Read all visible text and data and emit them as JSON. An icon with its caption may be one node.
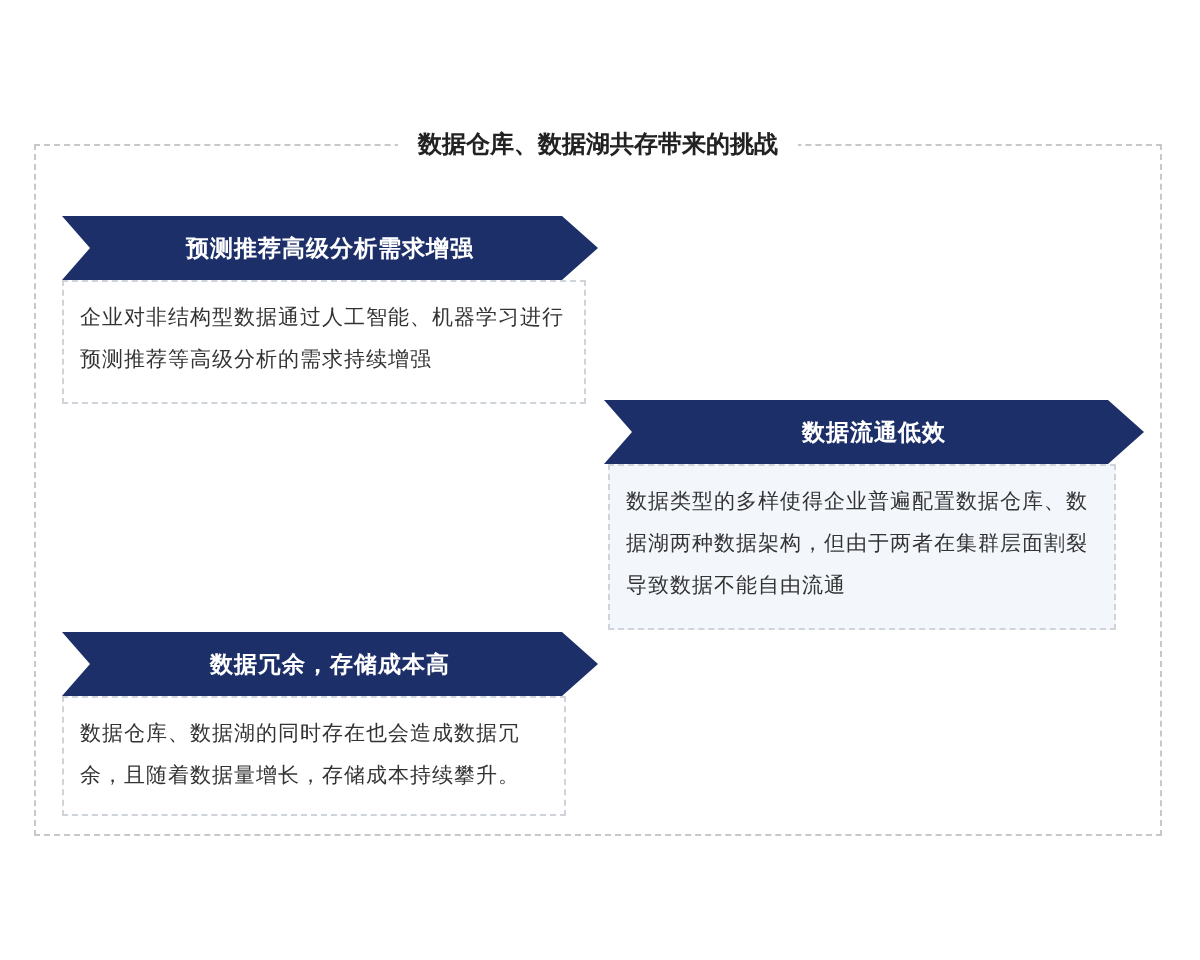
{
  "diagram": {
    "nodes": [
      {
        "text": [
          "数据仓库、数据湖共存带来的挑战"
        ]
      },
      {
        "text": [
          "预测推荐高级分析需求增强"
        ],
        "in": 0
      },
      {
        "text": [
          "企业对非结构型数据通过人工智能、机器学习进行预测推荐等高级分析的需求持续增强"
        ],
        "in": 0
      },
      {
        "text": [
          "数据流通低效"
        ],
        "in": 0
      },
      {
        "text": [
          "数据类型的多样使得企业普遍配置数据仓库、数据湖两种数据架构，但由于两者在集群层面割裂导致数据不能自由流通"
        ],
        "in": 0
      },
      {
        "text": [
          "数据冗余，存储成本高"
        ],
        "in": 0
      },
      {
        "text": [
          "数据仓库、数据湖的同时存在也会造成数据冗余，且随着数据量增长，存储成本持续攀升。"
        ],
        "in": 0
      }
    ]
  }
}
